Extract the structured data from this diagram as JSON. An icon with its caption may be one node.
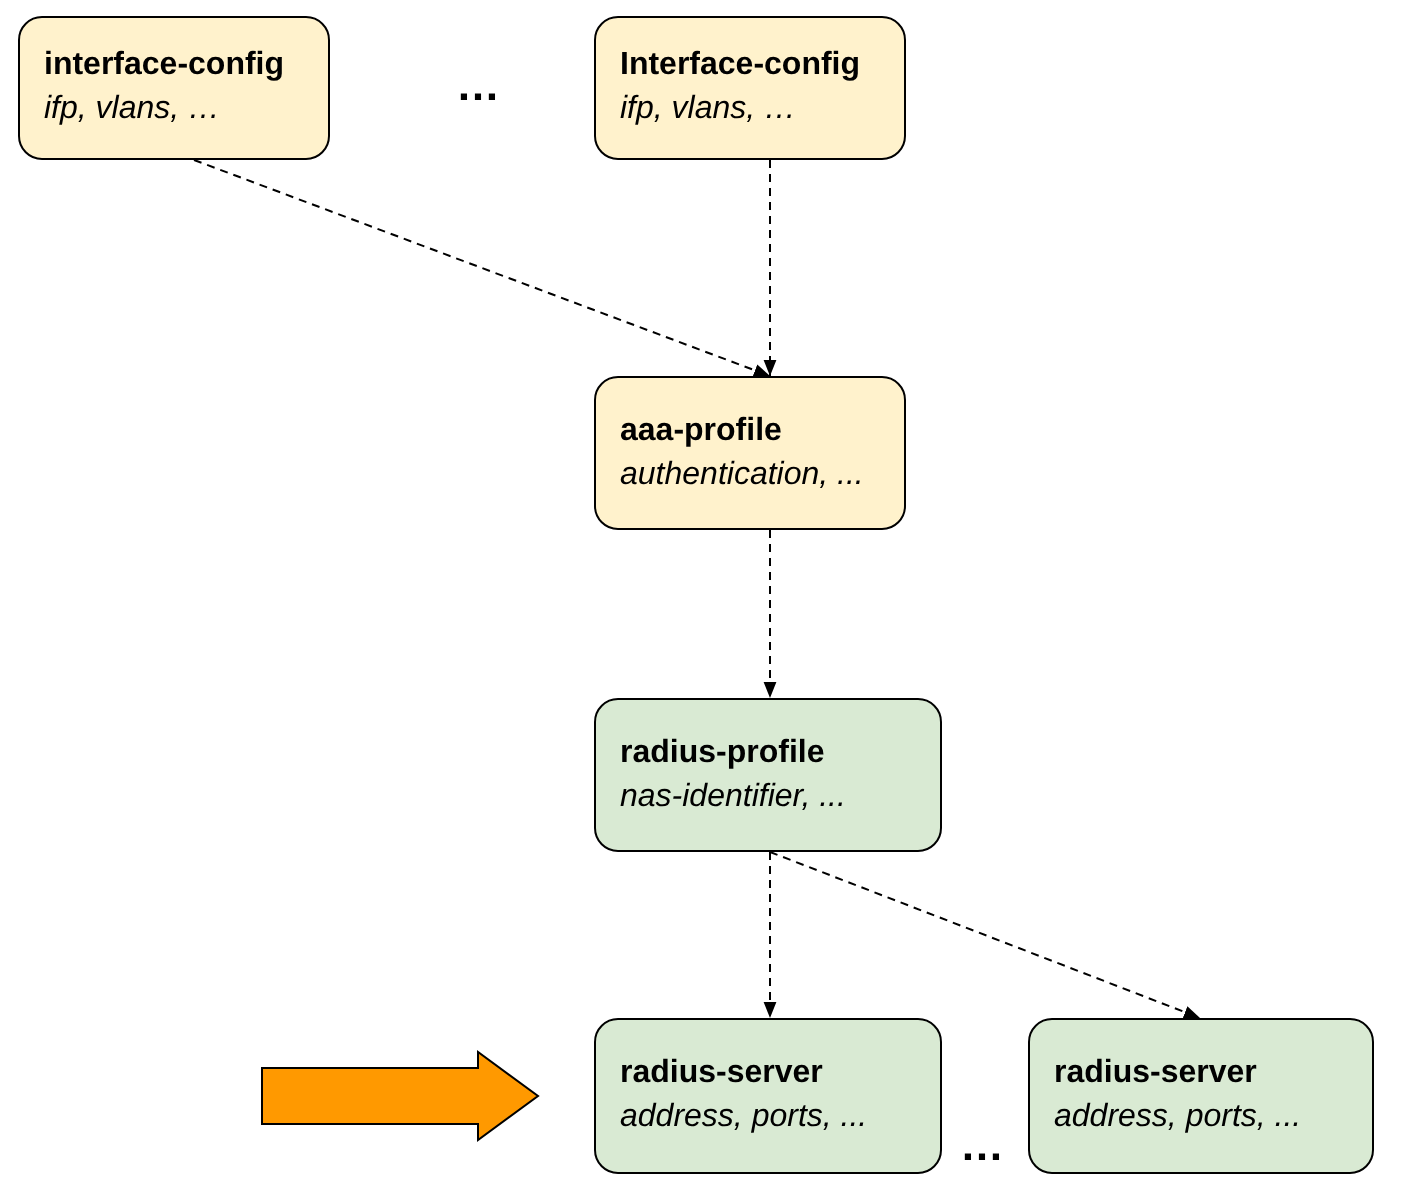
{
  "diagram": {
    "nodes": [
      {
        "text": [
          "interface-config",
          "ifp, vlans, …"
        ]
      },
      {
        "text": [
          "Interface-config",
          "ifp, vlans, …"
        ]
      },
      {
        "text": [
          "aaa-profile",
          "authentication, ..."
        ]
      },
      {
        "text": [
          "radius-profile",
          "nas-identifier, ..."
        ]
      },
      {
        "text": [
          "radius-server",
          "address, ports, ..."
        ]
      },
      {
        "text": [
          "radius-server",
          "address, ports, ..."
        ]
      }
    ],
    "edges": [
      {
        "from": 0,
        "to": 2,
        "arrow": "to",
        "style": "dashed"
      },
      {
        "from": 1,
        "to": 2,
        "arrow": "to",
        "style": "dashed"
      },
      {
        "from": 2,
        "to": 3,
        "arrow": "to",
        "style": "dashed"
      },
      {
        "from": 3,
        "to": 4,
        "arrow": "to",
        "style": "dashed"
      },
      {
        "from": 3,
        "to": 5,
        "arrow": "to",
        "style": "dashed"
      },
      {
        "from": null,
        "to": 4,
        "arrow": "to",
        "style": "thick",
        "color": "#ff9900"
      }
    ],
    "labels": [
      "…",
      "…"
    ]
  }
}
